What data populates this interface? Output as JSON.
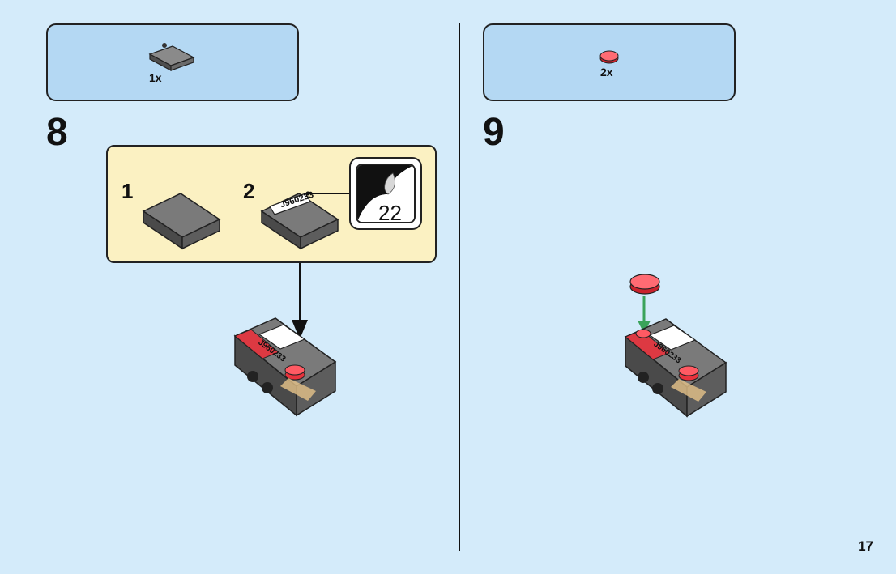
{
  "steps": [
    {
      "number": "8",
      "parts_qty": "1x",
      "substeps": [
        {
          "number": "1"
        },
        {
          "number": "2"
        }
      ],
      "sticker": {
        "code": "J960233",
        "sheet_number": "22"
      }
    },
    {
      "number": "9",
      "parts_qty": "2x"
    }
  ],
  "brick_sticker_text": "J960233",
  "page_number": "17",
  "colors": {
    "background": "#d4ebfa",
    "parts_box": "#b4d8f3",
    "subassembly_box": "#fbf1c2",
    "dark_gray_brick": "#5d5d5d",
    "trans_red": "#e8323c",
    "arrow_green": "#3aa35a"
  }
}
